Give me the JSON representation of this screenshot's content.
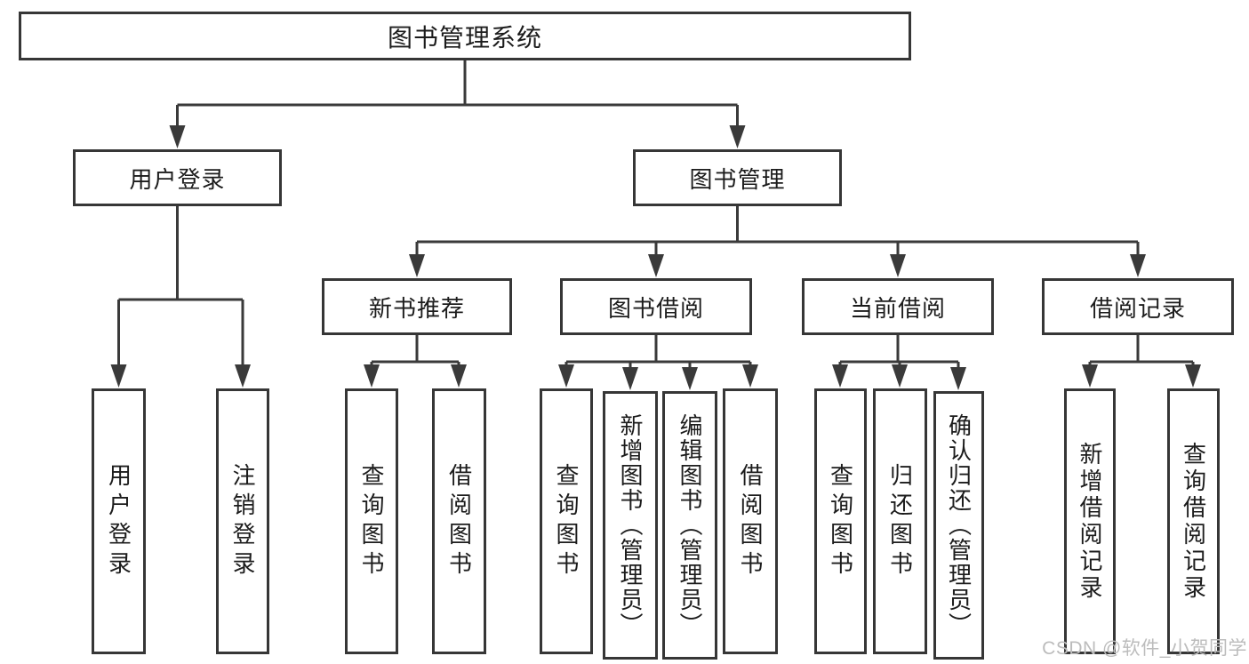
{
  "tree": {
    "root": {
      "label": "图书管理系统"
    },
    "branches": [
      {
        "label": "用户登录",
        "children": [
          {
            "label": "用户登录"
          },
          {
            "label": "注销登录"
          }
        ]
      },
      {
        "label": "图书管理",
        "sections": [
          {
            "label": "新书推荐",
            "children": [
              {
                "label": "查询图书"
              },
              {
                "label": "借阅图书"
              }
            ]
          },
          {
            "label": "图书借阅",
            "children": [
              {
                "label": "查询图书"
              },
              {
                "label": "新增图书（管理员）"
              },
              {
                "label": "编辑图书（管理员）"
              },
              {
                "label": "借阅图书"
              }
            ]
          },
          {
            "label": "当前借阅",
            "children": [
              {
                "label": "查询图书"
              },
              {
                "label": "归还图书"
              },
              {
                "label": "确认归还（管理员）"
              }
            ]
          },
          {
            "label": "借阅记录",
            "children": [
              {
                "label": "新增借阅记录"
              },
              {
                "label": "查询借阅记录"
              }
            ]
          }
        ]
      }
    ]
  },
  "watermark": {
    "text": "CSDN @软件_小贺同学"
  },
  "colors": {
    "line": "#3a3a3a",
    "box_border": "#363636",
    "text": "#1c1c1c",
    "background": "#ffffff",
    "watermark": "#bcbcbc"
  }
}
